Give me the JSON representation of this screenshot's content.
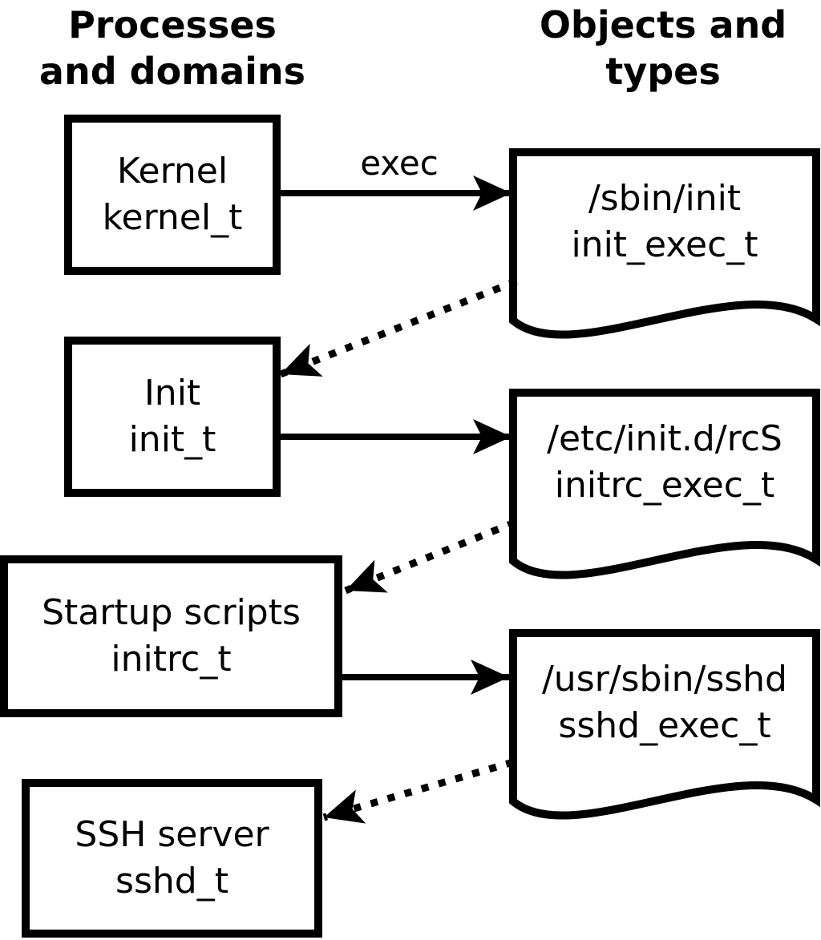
{
  "headers": {
    "left": {
      "line1": "Processes",
      "line2": "and domains"
    },
    "right": {
      "line1": "Objects and",
      "line2": "types"
    }
  },
  "processes": [
    {
      "name": "Kernel",
      "domain": "kernel_t"
    },
    {
      "name": "Init",
      "domain": "init_t"
    },
    {
      "name": "Startup scripts",
      "domain": "initrc_t"
    },
    {
      "name": "SSH server",
      "domain": "sshd_t"
    }
  ],
  "objects": [
    {
      "path": "/sbin/init",
      "type": "init_exec_t"
    },
    {
      "path": "/etc/init.d/rcS",
      "type": "initrc_exec_t"
    },
    {
      "path": "/usr/sbin/sshd",
      "type": "sshd_exec_t"
    }
  ],
  "arrows": {
    "exec_label": "exec"
  },
  "colors": {
    "stroke": "#000000",
    "background": "#ffffff"
  }
}
